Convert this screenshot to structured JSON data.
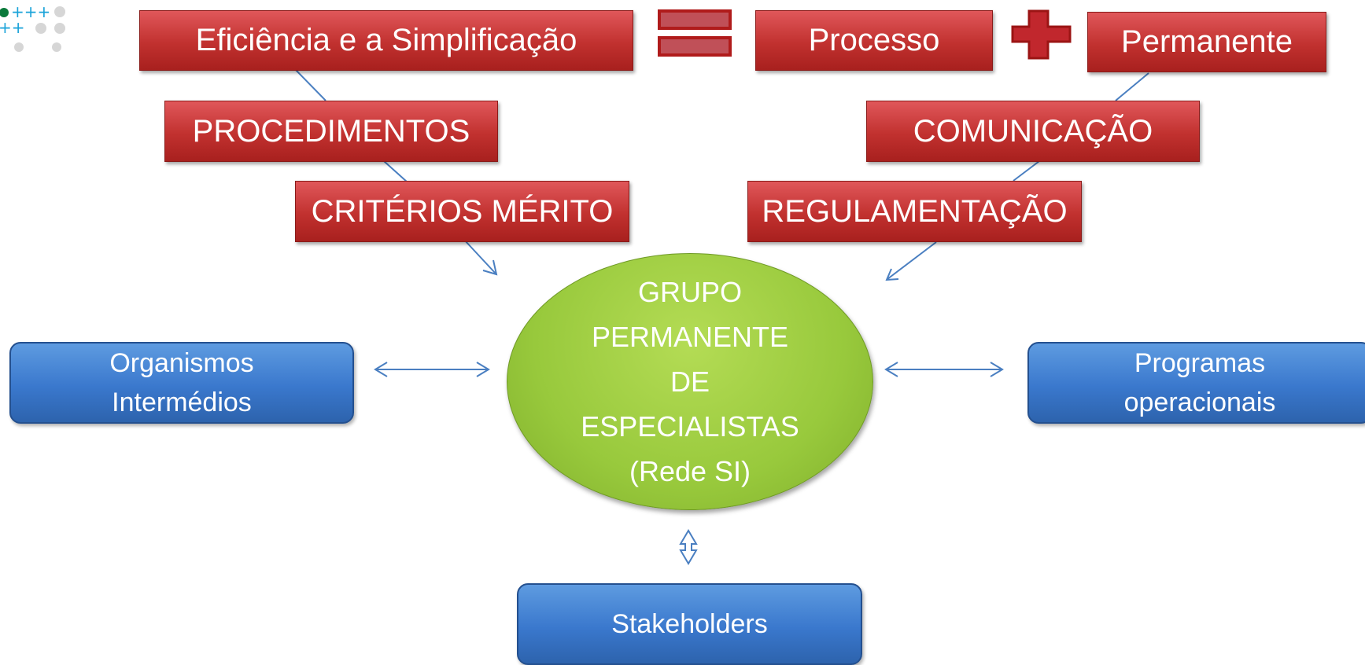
{
  "top_row": {
    "box1": "Eficiência e a Simplificação",
    "box2": "Processo",
    "box3": "Permanente"
  },
  "left_stack": [
    "PROCEDIMENTOS",
    "CRITÉRIOS MÉRITO"
  ],
  "right_stack": [
    "COMUNICAÇÃO",
    "REGULAMENTAÇÃO"
  ],
  "center": {
    "lines": [
      "GRUPO",
      "PERMANENTE",
      "DE",
      "ESPECIALISTAS",
      "(Rede SI)"
    ]
  },
  "left_box": {
    "lines": [
      "Organismos",
      "Intermédios"
    ]
  },
  "right_box": {
    "lines": [
      "Programas",
      "operacionais"
    ]
  },
  "bottom_box": "Stakeholders",
  "colors": {
    "red_box": "#c1312f",
    "blue_box": "#3a78cd",
    "green_ellipse": "#98c93c",
    "connector": "#4a7fc1",
    "symbol_red": "#c1272d"
  },
  "icons": [
    "equals-icon",
    "plus-icon",
    "dots-logo-icon"
  ]
}
